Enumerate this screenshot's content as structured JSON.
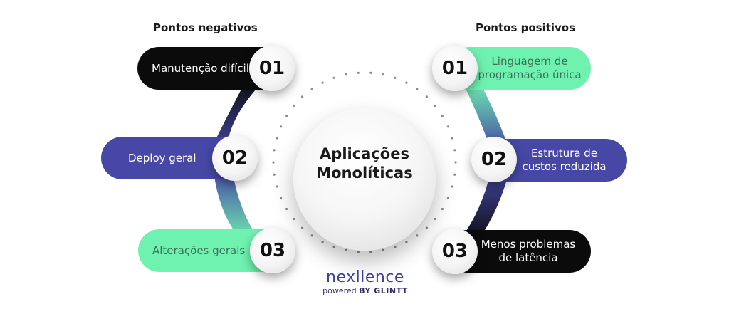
{
  "diagram": {
    "center_title": "Aplicações\nMonolíticas",
    "left": {
      "heading": "Pontos negativos",
      "items": [
        {
          "number": "01",
          "label": "Manutenção difícil",
          "color": "#0b0b0b",
          "text_color": "#ffffff"
        },
        {
          "number": "02",
          "label": "Deploy geral",
          "color": "#4748a6",
          "text_color": "#ffffff"
        },
        {
          "number": "03",
          "label": "Alterações gerais",
          "color": "#6ff2b0",
          "text_color": "#3f6f5a"
        }
      ]
    },
    "right": {
      "heading": "Pontos positivos",
      "items": [
        {
          "number": "01",
          "label": "Linguagem de\nprogramação única",
          "color": "#6ff2b0",
          "text_color": "#3f6f5a"
        },
        {
          "number": "02",
          "label": "Estrutura de\ncustos reduzida",
          "color": "#4748a6",
          "text_color": "#ffffff"
        },
        {
          "number": "03",
          "label": "Menos problemas\nde latência",
          "color": "#0b0b0b",
          "text_color": "#ffffff"
        }
      ]
    }
  },
  "logo": {
    "name": "nexllence",
    "powered": "powered",
    "brand": "BY GLINTT"
  }
}
